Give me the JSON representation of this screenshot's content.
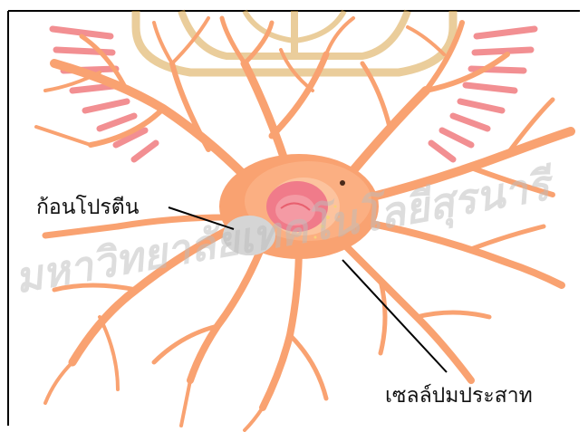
{
  "labels": {
    "protein_clump": "ก้อนโปรตีน",
    "nerve_cell": "เซลล์ปมประสาท"
  },
  "watermark": {
    "text": "มหาวิทยาลัยเทคโนโลยีสุรนารี",
    "emblem": "university-emblem-icon"
  },
  "colors": {
    "neuron_fill": "#f9a271",
    "neuron_light": "#fcc39e",
    "nucleus": "#f07b8a",
    "protein": "#d5d5d5",
    "watermark_red": "#e8353a",
    "watermark_gold": "#d9a64a",
    "border": "#000000"
  }
}
